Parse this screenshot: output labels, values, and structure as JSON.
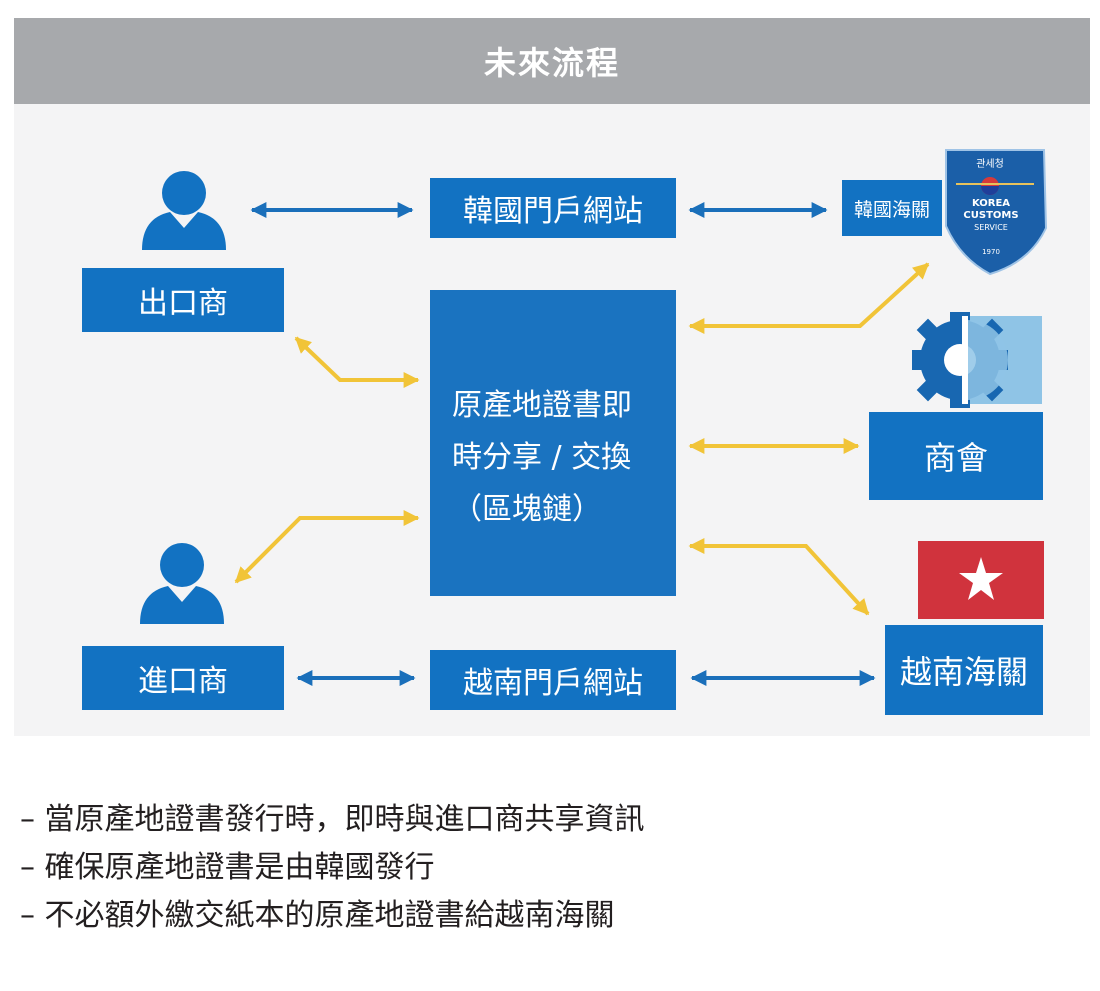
{
  "header": {
    "title": "未來流程"
  },
  "diagram": {
    "exporter": "出口商",
    "importer": "進口商",
    "korea_portal": "韓國門戶網站",
    "vietnam_portal": "越南門戶網站",
    "korea_customs": "韓國海關",
    "vietnam_customs": "越南海關",
    "chamber": "商會",
    "center_lines": [
      "原產地證書即",
      "時分享 / 交換",
      "（區塊鏈）"
    ],
    "kcs_badge": {
      "top_text": "관세청",
      "line1": "KOREA",
      "line2": "CUSTOMS",
      "line3": "SERVICE",
      "year": "1970"
    }
  },
  "notes": [
    "– 當原產地證書發行時，即時與進口商共享資訊",
    "– 確保原產地證書是由韓國發行",
    "– 不必額外繳交紙本的原產地證書給越南海關"
  ],
  "colors": {
    "box_blue": "#1272c2",
    "arrow_blue": "#1a6fba",
    "arrow_yellow": "#f1c438",
    "header_gray": "#a7a9ac",
    "panel_bg": "#f4f4f5",
    "flag_red": "#d0333d",
    "gear_dark": "#1867b1",
    "gear_light": "#8fc4e6"
  },
  "icons": [
    "person-icon",
    "gear-icon",
    "star-flag-icon",
    "shield-badge-icon"
  ]
}
